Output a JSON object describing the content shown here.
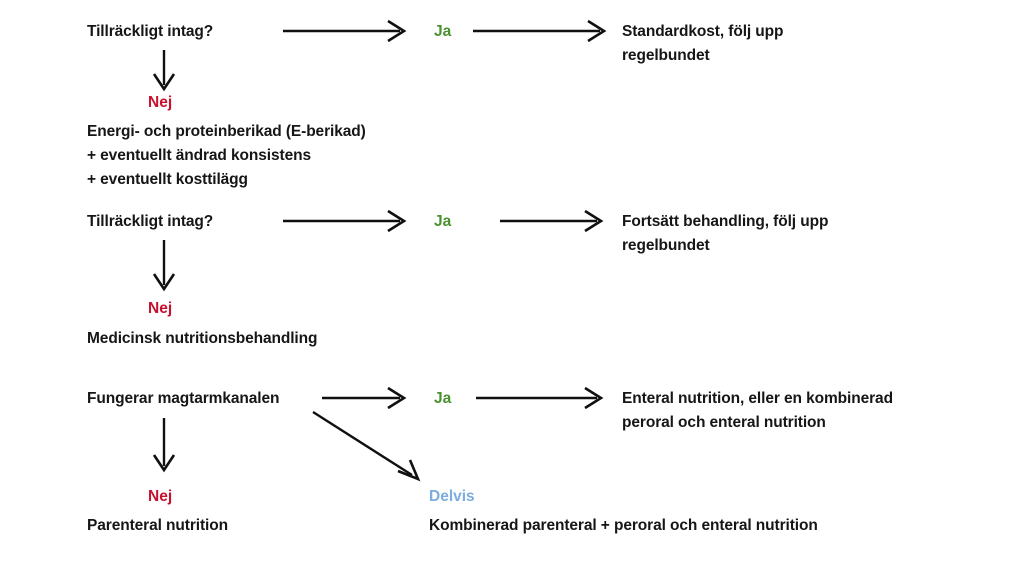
{
  "diagram": {
    "title_text": "",
    "colors": {
      "yes": "#4a9230",
      "no": "#c8102e",
      "partial": "#7badde",
      "text": "#161616",
      "arrow": "#101010",
      "background": "#ffffff"
    },
    "labels": {
      "yes": "Ja",
      "no": "Nej",
      "partial": "Delvis"
    },
    "stages": [
      {
        "id": "stage-1",
        "question": "Tillräckligt intag?",
        "yes_label": "Ja",
        "yes_outcome": "Standardkost, följ upp\nregelbundet",
        "no_label": "Nej",
        "no_outcome": "Energi- och proteinberikad (E-berikad)\n+ eventuellt ändrad konsistens\n+ eventuellt kosttilägg"
      },
      {
        "id": "stage-2",
        "question": "Tillräckligt intag?",
        "yes_label": "Ja",
        "yes_outcome": "Fortsätt behandling, följ upp\nregelbundet",
        "no_label": "Nej",
        "no_outcome": "Medicinsk nutritionsbehandling"
      },
      {
        "id": "stage-3",
        "question": "Fungerar magtarmkanalen",
        "yes_label": "Ja",
        "yes_outcome": "Enteral nutrition, eller en kombinerad\nperoral och enteral nutrition",
        "no_label": "Nej",
        "no_outcome": "Parenteral nutrition",
        "partial_label": "Delvis",
        "partial_outcome": "Kombinerad parenteral + peroral och enteral nutrition"
      }
    ]
  }
}
